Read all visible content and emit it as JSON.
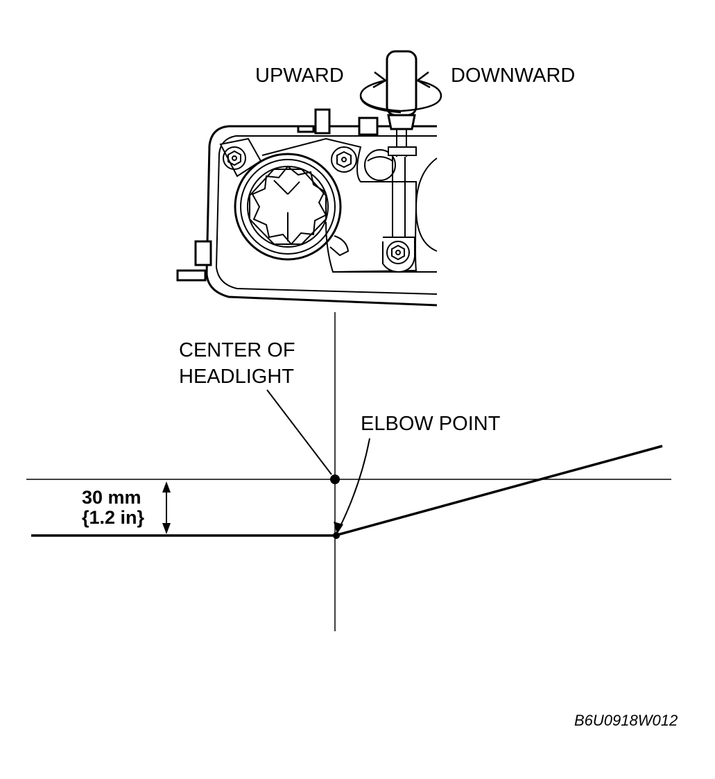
{
  "labels": {
    "upward": "UPWARD",
    "downward": "DOWNWARD",
    "center_line1": "CENTER OF",
    "center_line2": "HEADLIGHT",
    "elbow_point": "ELBOW POINT",
    "dimension_mm": "30 mm",
    "dimension_in": "{1.2 in}",
    "figure_code": "B6U0918W012"
  },
  "colors": {
    "ink": "#000000",
    "background": "#ffffff"
  }
}
